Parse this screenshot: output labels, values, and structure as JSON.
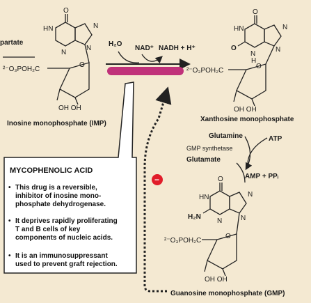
{
  "colors": {
    "background": "#f4e9d2",
    "enzyme_bar": "#c0327a",
    "inhibition_dot": "#e11d2a",
    "structure_n": "#2a6fb0",
    "structure_o": "#d23b2b"
  },
  "labels": {
    "left_partial": "partate",
    "h2o": "H₂O",
    "nad": "NAD⁺",
    "nadh": "NADH + H⁺",
    "imp": "Inosine monophosphate (IMP)",
    "xmp": "Xanthosine monophosphate",
    "glutamine": "Glutamine",
    "atp": "ATP",
    "gmp_synthetase": "GMP synthetase",
    "glutamate": "Glutamate",
    "amp_ppi": "AMP + PPᵢ",
    "gmp": "Guanosine monophosphate (GMP)",
    "phosphate": "²⁻O₃POH₂C",
    "oh_oh": "OH  OH",
    "inhibition": "−"
  },
  "callout": {
    "title": "MYCOPHENOLIC ACID",
    "bullets": [
      [
        "This drug is a reversible,",
        "inhibitor of inosine mono-",
        "phosphate dehydrogenase."
      ],
      [
        "It deprives rapidly proliferating",
        "T and B cells of key",
        "components of nucleic acids."
      ],
      [
        "It is an immunosuppressant",
        "used to prevent graft rejection."
      ]
    ]
  }
}
